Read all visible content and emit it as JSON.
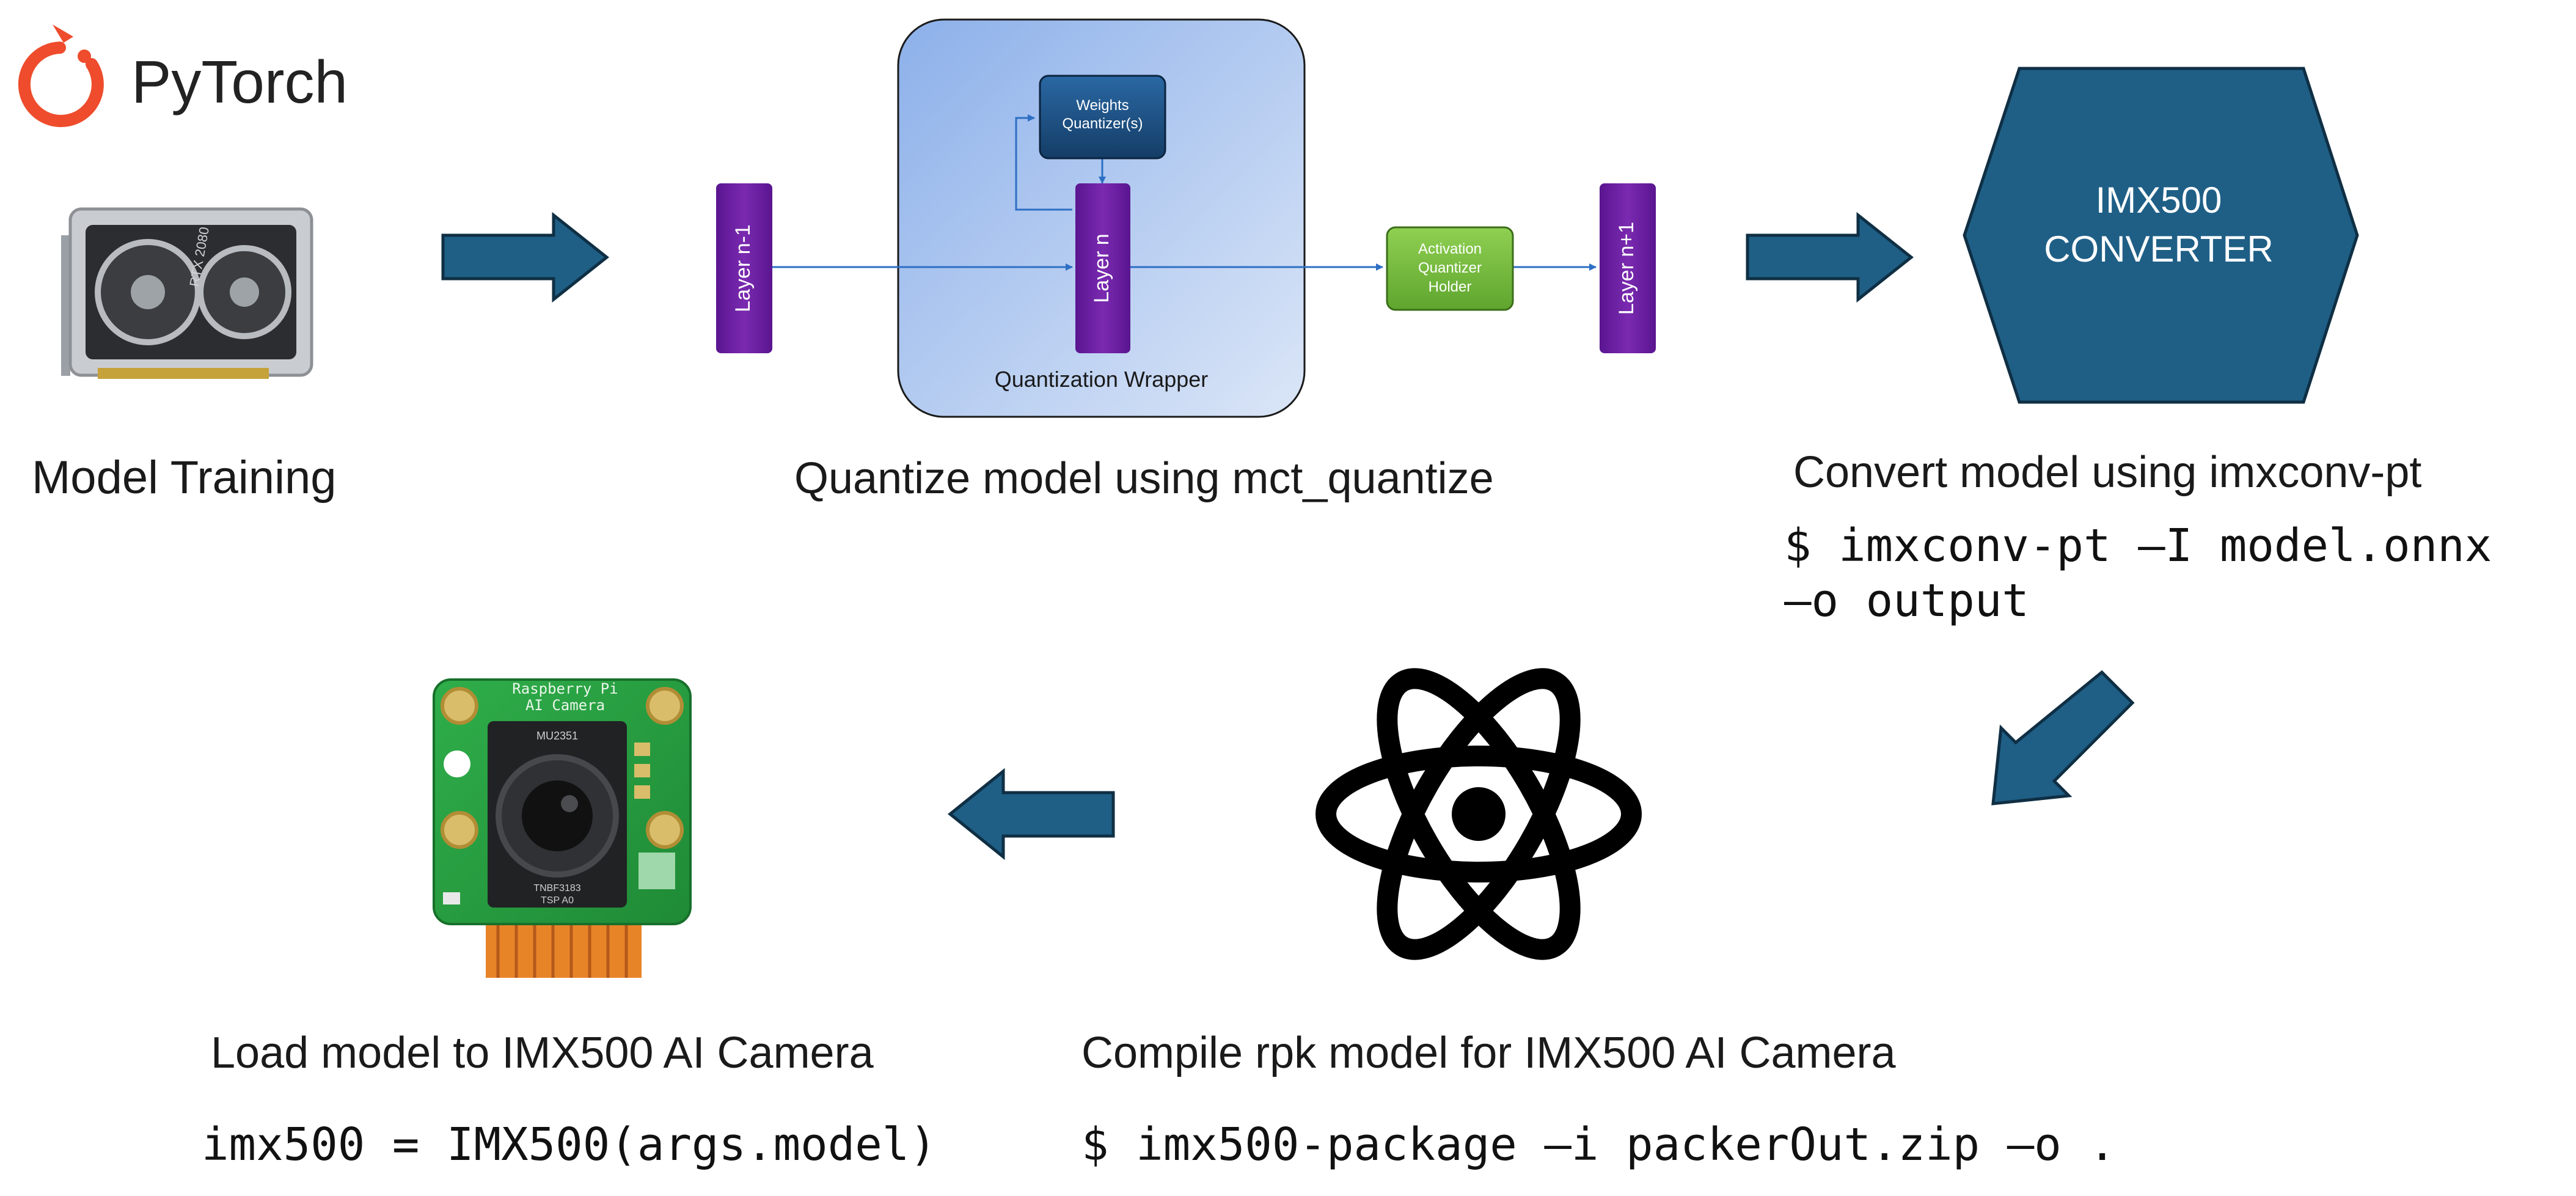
{
  "logo": {
    "text": "PyTorch",
    "color": "#ee4c2c"
  },
  "gpu": {
    "label": "RTX 2080"
  },
  "quantizer": {
    "weights_box": "Weights Quantizer(s)",
    "layer_prev": "Layer n-1",
    "layer_curr": "Layer n",
    "layer_next": "Layer n+1",
    "activation_box": "Activation Quantizer Holder",
    "wrapper_label": "Quantization Wrapper"
  },
  "converter": {
    "line1": "IMX500",
    "line2": "CONVERTER"
  },
  "steps": {
    "training": "Model Training",
    "quantize": "Quantize model using mct_quantize",
    "convert": "Convert model using imxconv-pt",
    "convert_cmd_1": "$ imxconv-pt –I model.onnx",
    "convert_cmd_2": "–o output",
    "compile": "Compile rpk model for IMX500 AI Camera",
    "compile_cmd": "$ imx500-package –i packerOut.zip –o .",
    "load": "Load model to IMX500 AI Camera",
    "load_cmd": "imx500 = IMX500(args.model)"
  },
  "camera": {
    "board_text_1": "Raspberry Pi",
    "board_text_2": "AI Camera",
    "chip_top": "MU2351",
    "chip_bottom_1": "TNBF3183",
    "chip_bottom_2": "TSP A0"
  },
  "colors": {
    "arrow": "#1f5f86",
    "layer": "#6a1b9a",
    "weights": "#1d4e7e",
    "activation": "#7ac043",
    "converter": "#1f5f86",
    "wrapper_top": "#8fb2ea",
    "wrapper_bottom": "#d6e2f6"
  }
}
